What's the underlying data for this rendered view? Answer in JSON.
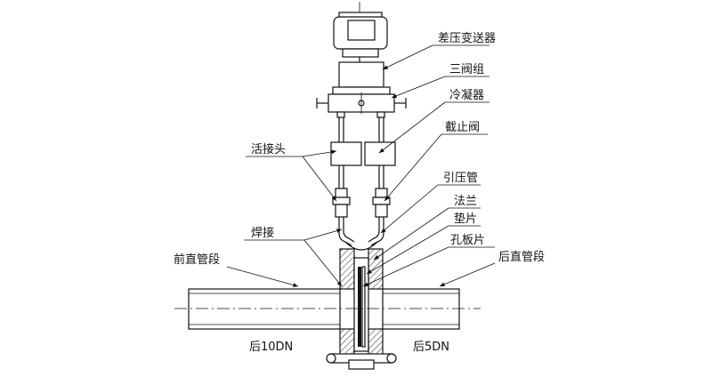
{
  "labels": {
    "transmitter": "差压变送器",
    "three_valve": "三阀组",
    "condenser": "冷凝器",
    "stop_valve": "截止阀",
    "union": "活接头",
    "impulse_pipe": "引压管",
    "weld": "焊接",
    "flange": "法兰",
    "gasket": "垫片",
    "orifice_plate": "孔板片",
    "front_pipe": "前直管段",
    "rear_pipe": "后直管段",
    "rear_10dn": "后10DN",
    "rear_5dn": "后5DN"
  }
}
